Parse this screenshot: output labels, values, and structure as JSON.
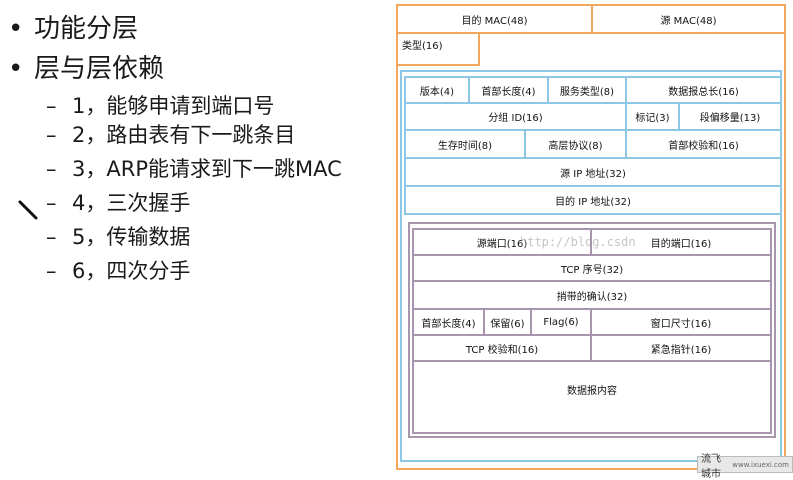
{
  "bullets": {
    "item1": "功能分层",
    "item2": "层与层依赖",
    "sub": [
      "1，能够申请到端口号",
      "2，路由表有下一跳条目",
      "3，ARP能请求到下一跳MAC",
      "4，三次握手",
      "5，传输数据",
      "6，四次分手"
    ],
    "bullet_glyph": "•",
    "dash_glyph": "–"
  },
  "ethernet": {
    "dst_mac": "目的 MAC(48)",
    "src_mac": "源 MAC(48)",
    "type": "类型(16)"
  },
  "ip": {
    "version": "版本(4)",
    "header_len": "首部长度(4)",
    "tos": "服务类型(8)",
    "total_len": "数据报总长(16)",
    "group_id": "分组 ID(16)",
    "flags": "标记(3)",
    "frag_offset": "段偏移量(13)",
    "ttl": "生存时间(8)",
    "protocol": "高层协议(8)",
    "checksum": "首部校验和(16)",
    "src_ip": "源 IP 地址(32)",
    "dst_ip": "目的 IP 地址(32)"
  },
  "tcp": {
    "src_port": "源端口(16)",
    "dst_port": "目的端口(16)",
    "seq": "TCP 序号(32)",
    "ack": "捎带的确认(32)",
    "header_len": "首部长度(4)",
    "reserved": "保留(6)",
    "flag": "Flag(6)",
    "window": "窗口尺寸(16)",
    "checksum": "TCP 校验和(16)",
    "urgent": "紧急指针(16)",
    "data": "数据报内容"
  },
  "watermark": "http://blog.csdn",
  "logo": {
    "text": "流飞城市",
    "tail": "www.ixuexi.com"
  },
  "colors": {
    "ethernet": "#f0a85c",
    "ip": "#8cc8e6",
    "tcp": "#a796ad"
  }
}
